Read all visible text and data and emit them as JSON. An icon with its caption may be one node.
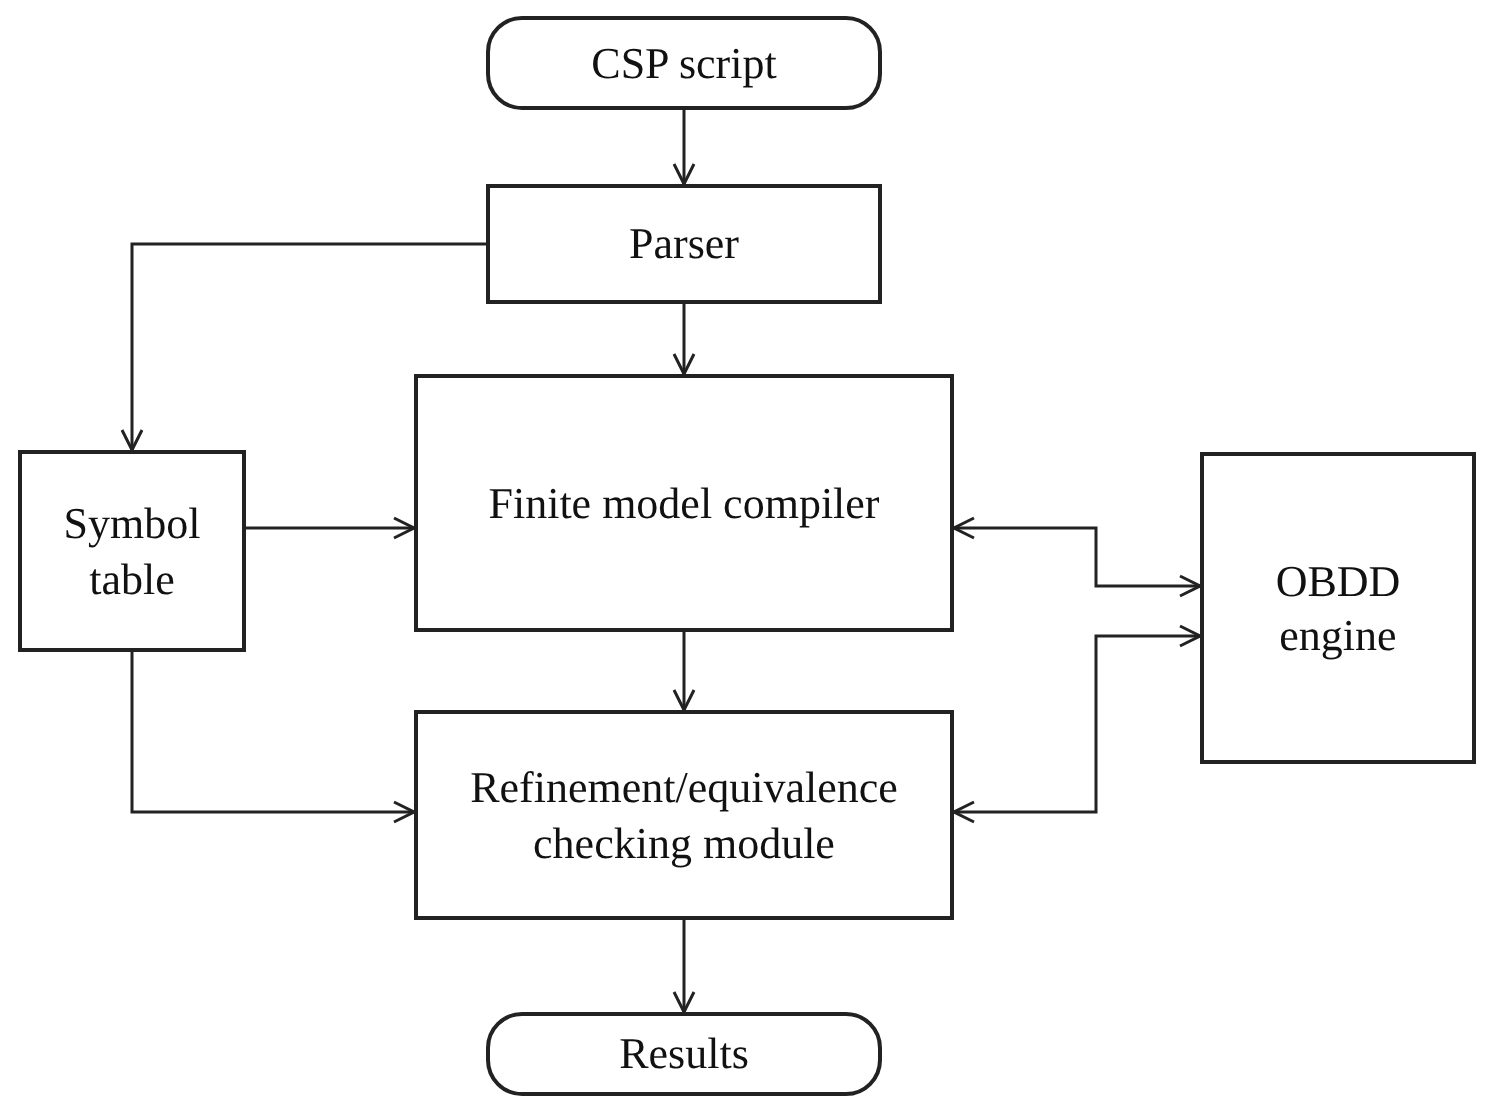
{
  "diagram": {
    "nodes": [
      {
        "text": [
          "CSP script"
        ]
      },
      {
        "text": [
          "Parser"
        ]
      },
      {
        "text": [
          "Symbol table"
        ]
      },
      {
        "text": [
          "Finite model compiler"
        ]
      },
      {
        "text": [
          "OBDD engine"
        ]
      },
      {
        "text": [
          "Refinement/equivalence checking module"
        ]
      },
      {
        "text": [
          "Results"
        ]
      }
    ],
    "edges": [
      {
        "from": 0,
        "to": 1,
        "arrow": "to"
      },
      {
        "from": 1,
        "to": 3,
        "arrow": "to"
      },
      {
        "from": 1,
        "to": 2,
        "arrow": "to"
      },
      {
        "from": 2,
        "to": 3,
        "arrow": "to"
      },
      {
        "from": 2,
        "to": 5,
        "arrow": "to"
      },
      {
        "from": 3,
        "to": 5,
        "arrow": "to"
      },
      {
        "from": 3,
        "to": 4,
        "arrow": "both"
      },
      {
        "from": 5,
        "to": 4,
        "arrow": "both"
      },
      {
        "from": 5,
        "to": 6,
        "arrow": "to"
      }
    ]
  }
}
